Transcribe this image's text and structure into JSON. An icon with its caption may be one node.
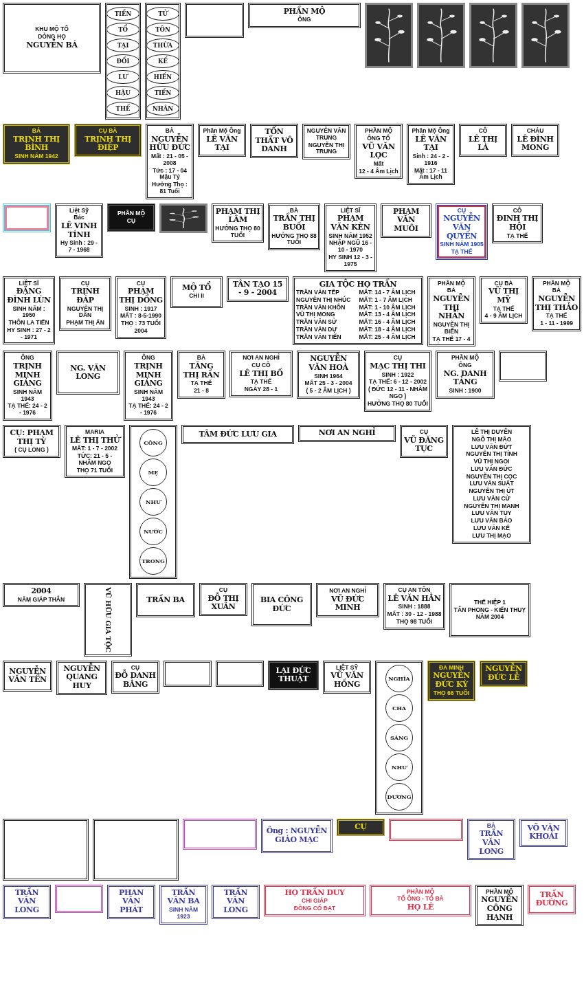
{
  "diagram": {
    "nodes": [
      {
        "text": [
          "KHU MỘ TỔ",
          "DÒNG HỌ",
          "NGUYỄN BÁ"
        ]
      },
      {
        "text": [
          "TIỀN",
          "TỔ",
          "TẠI",
          "ĐỒI",
          "LƯ",
          "HẬU",
          "THẾ"
        ]
      },
      {
        "text": [
          "TỬ",
          "TÔN",
          "THỪA",
          "KẾ",
          "HIỀN",
          "TIẾN",
          "NHÂN"
        ]
      },
      {
        "text": [],
        "shape": "box"
      },
      {
        "text": [
          "PHẦN MỘ",
          "ÔNG"
        ]
      },
      {
        "text": [],
        "shape": "picture"
      },
      {
        "text": [],
        "shape": "picture"
      },
      {
        "text": [],
        "shape": "picture"
      },
      {
        "text": [],
        "shape": "picture"
      },
      {
        "text": [
          "BÀ",
          "TRỊNH THỊ BÌNH",
          "SINH NĂM 1942"
        ]
      },
      {
        "text": [
          "CỤ BÀ",
          "TRỊNH THỊ ĐIỆP"
        ]
      },
      {
        "text": [
          "BÀ",
          "NGUYỄN HỮU ĐỨC",
          "Mất : 21 - 05 - 2008",
          "Tức : 17 - 04 Mậu Tý",
          "Hưởng Thọ : 81 Tuổi"
        ]
      },
      {
        "text": [
          "Phần Mộ Ông",
          "LÊ VĂN TẠI"
        ]
      },
      {
        "text": [
          "TỔN THẤT VÔ DANH"
        ]
      },
      {
        "text": [
          "NGUYỄN VĂN TRUNG",
          "NGUYỄN THỊ TRUNG"
        ]
      },
      {
        "text": [
          "PHẦN MỘ",
          "ÔNG TỔ",
          "VŨ VĂN LỌC",
          "Mất",
          "12 - 4 Âm Lịch"
        ]
      },
      {
        "text": [
          "Phần Mộ Ông",
          "LÊ VĂN TẠI",
          "Sinh : 24 - 2 - 1916",
          "Mất : 17 - 11 Âm Lịch"
        ]
      },
      {
        "text": [
          "CÔ",
          "LÊ THỊ LÀ"
        ]
      },
      {
        "text": [
          "CHÁU",
          "LÊ ĐÌNH MONG"
        ]
      },
      {
        "text": [],
        "shape": "box"
      },
      {
        "text": [
          "Liệt Sỹ",
          "Bác",
          "LÊ VINH TÍNH",
          "Hy Sinh : 29 - 7 - 1968"
        ]
      },
      {
        "text": [
          "PHẦN MỘ",
          "CỤ"
        ]
      },
      {
        "text": [],
        "shape": "picture"
      },
      {
        "text": [
          "PHẠM THỊ LÂM",
          "HƯỞNG THỌ 80 TUỔI"
        ]
      },
      {
        "text": [
          "BÀ",
          "TRẦN THỊ BUỐI",
          "HƯỞNG THỌ 88 TUỔI"
        ]
      },
      {
        "text": [
          "LIỆT SĨ",
          "PHẠM VĂN KÈN",
          "SINH NĂM 1952",
          "NHẬP NGŨ 16 - 10 - 1970",
          "HY SINH 12 - 3 - 1975"
        ]
      },
      {
        "text": [
          "PHẠM VĂN MUÔI"
        ]
      },
      {
        "text": [
          "CỤ",
          "NGUYỄN VĂN QUYẾN",
          "SINH NĂM 1905",
          "TẠ THẾ"
        ]
      },
      {
        "text": [
          "CÔ",
          "ĐINH THỊ HỘI",
          "TẠ THẾ"
        ]
      },
      {
        "text": [
          "LIỆT SĨ",
          "ĐẶNG ĐÌNH LÙN",
          "SINH NĂM : 1950",
          "THÔN LA TIẾN",
          "HY SINH : 27 - 2 - 1971"
        ]
      },
      {
        "text": [
          "CỤ",
          "TRỊNH ĐÁP",
          "NGUYỄN THỊ DẦN",
          "PHẠM THỊ ẤN"
        ]
      },
      {
        "text": [
          "CỤ",
          "PHẠM THỊ DỒNG",
          "SINH : 1917",
          "MẤT : 8-5-1990",
          "THỌ : 73 TUỔI",
          "2004"
        ]
      },
      {
        "text": [
          "MỘ TỔ",
          "CHI II"
        ]
      },
      {
        "text": [
          "TÂN TẠO 15 - 9 - 2004"
        ]
      },
      {
        "text": [
          "GIA TỘC HỌ TRẦN",
          "TRẦN VĂN TẾP",
          "MẤT: 14 - 7 ÂM LỊCH",
          "NGUYỄN THỊ NHÚC",
          "MẤT: 1 - 7 ÂM LỊCH",
          "TRẦN VĂN KHÔN",
          "MẤT: 1 - 10 ÂM LỊCH",
          "VŨ THỊ MONG",
          "MẤT: 13 - 4 ÂM LỊCH",
          "TRẦN VĂN SỬ",
          "MẤT: 16 - 4 ÂM LỊCH",
          "TRẦN VĂN DỰ",
          "MẤT: 18 - 4 ÂM LỊCH",
          "TRẦN VĂN TIẾN",
          "MẤT: 25 - 4 ÂM LỊCH"
        ]
      },
      {
        "text": [
          "PHẦN MỘ",
          "BÀ",
          "NGUYỄN THỊ NHẪN",
          "NGUYỄN THỊ BIỂN",
          "TẠ THẾ 17 - 4"
        ]
      },
      {
        "text": [
          "CỤ BÀ",
          "VŨ THỊ MỸ",
          "TẠ THẾ",
          "4 - 9 ÂM LỊCH"
        ]
      },
      {
        "text": [
          "PHẦN MỘ",
          "BÀ",
          "NGUYỄN THỊ THẢO",
          "TẠ THẾ",
          "1 - 11 - 1999"
        ]
      },
      {
        "text": [
          "ÔNG",
          "TRỊNH MINH GIẢNG",
          "SINH NĂM 1943",
          "TẠ THẾ: 24 - 2 - 1976"
        ]
      },
      {
        "text": [
          "NG. VĂN LONG"
        ]
      },
      {
        "text": [
          "ÔNG",
          "TRỊNH MINH GIẢNG",
          "SINH NĂM 1943",
          "TẠ THẾ: 24 - 2 - 1976"
        ]
      },
      {
        "text": [
          "BÀ",
          "TĂNG THỊ RẦN",
          "TẠ THẾ",
          "21 - 8"
        ]
      },
      {
        "text": [
          "NƠI AN NGHỈ",
          "CỤ CÔ",
          "LÊ THỊ BỐ",
          "TẠ THẾ",
          "NGÀY 28 - 1"
        ]
      },
      {
        "text": [
          "NGUYỄN VĂN HOÀ",
          "SINH 1964",
          "MẤT 25 - 3 - 2004",
          "( 5 - 2 ÂM LỊCH )"
        ]
      },
      {
        "text": [
          "CỤ",
          "MẠC THỊ THI",
          "SINH : 1922",
          "TẠ THẾ: 6 - 12 - 2002",
          "( ĐỨC 12 - 11 - NHÂM NGỌ )",
          "HƯỞNG THỌ 80 TUỔI"
        ]
      },
      {
        "text": [
          "PHẦN MỘ",
          "ÔNG",
          "NG. DANH TẢNG",
          "SINH : 1900"
        ]
      },
      {
        "text": [],
        "shape": "box"
      },
      {
        "text": [
          "CỤ: PHẠM THỊ TÝ",
          "( CỤ LONG )"
        ]
      },
      {
        "text": [
          "MARIA",
          "LÊ THỊ THỬ",
          "MẤT: 1 - 7 - 2002",
          "TỨC: 21 - 5 - NHÂM NGỌ",
          "THỌ 71 TUỔI"
        ]
      },
      {
        "text": [
          "CÔNG",
          "MẸ",
          "NHƯ",
          "NƯỚC",
          "TRONG"
        ]
      },
      {
        "text": [
          "TÂM ĐỨC LƯU GIA"
        ]
      },
      {
        "text": [
          "NƠI AN NGHỈ"
        ]
      },
      {
        "text": [
          "CỤ",
          "VŨ ĐĂNG TỤC"
        ]
      },
      {
        "text": [
          "LÊ THỊ DUYÊN",
          "NGÔ THỊ MÃO",
          "LƯU VĂN ĐỨT",
          "NGUYỄN THỊ TÍNH",
          "VŨ THỊ NGOI",
          "LƯU VĂN ĐỨC",
          "NGUYỄN THỊ CỌC",
          "LƯU VĂN SUẤT",
          "NGUYỄN THỊ ÚT",
          "LƯU VĂN CỪ",
          "NGUYỄN THỊ MANH",
          "LƯU VĂN TUY",
          "LƯU VĂN BẢO",
          "LƯU VĂN KẾ",
          "LƯU THỊ MẠO"
        ]
      },
      {
        "text": [
          "2004",
          "NĂM GIÁP THÂN"
        ]
      },
      {
        "text": [
          "VŨ HỮU GIA TỘC"
        ]
      },
      {
        "text": [
          "TRẦN BA"
        ]
      },
      {
        "text": [
          "CỤ",
          "ĐỖ THỊ XUÂN"
        ]
      },
      {
        "text": [
          "BIA CÔNG ĐỨC"
        ]
      },
      {
        "text": [
          "NƠI AN NGHỈ",
          "VŨ ĐỨC MINH"
        ]
      },
      {
        "text": [
          "CỤ AN TÔN",
          "LÊ VĂN HẰN",
          "SINH : 1888",
          "MẤT : 30 - 12 - 1988",
          "THỌ 98 TUỔI"
        ]
      },
      {
        "text": [
          "THẾ HIỆP 1",
          "TÂN PHONG - KIẾN THUỴ",
          "NĂM 2004"
        ]
      },
      {
        "text": [
          "NGUYỄN VĂN TẾN"
        ]
      },
      {
        "text": [
          "NGUYỄN QUANG HUY"
        ]
      },
      {
        "text": [
          "CỤ",
          "ĐỖ DANH BẰNG"
        ]
      },
      {
        "text": [],
        "shape": "box"
      },
      {
        "text": [],
        "shape": "box"
      },
      {
        "text": [
          "LẠI ĐỨC THUẬT"
        ]
      },
      {
        "text": [
          "LIỆT SỸ",
          "VŨ VĂN HỒNG"
        ]
      },
      {
        "text": [
          "NGHĨA",
          "CHA",
          "SÁNG",
          "NHƯ",
          "DƯƠNG"
        ]
      },
      {
        "text": [
          "ĐA MINH",
          "NGUYỄN ĐỨC KỲ",
          "THỌ 66 TUỔI"
        ]
      },
      {
        "text": [
          "NGUYỄN ĐỨC LỄ"
        ]
      },
      {
        "text": [],
        "shape": "box"
      },
      {
        "text": [],
        "shape": "box"
      },
      {
        "text": [],
        "shape": "box"
      },
      {
        "text": [
          "Ông : NGUYỄN GIÁO MẠC"
        ]
      },
      {
        "text": [
          "CỤ"
        ]
      },
      {
        "text": [],
        "shape": "box"
      },
      {
        "text": [
          "BÀ",
          "TRẦN VĂN LONG"
        ]
      },
      {
        "text": [
          "VÕ VĂN KHOẢI"
        ]
      },
      {
        "text": [
          "TRẦN VĂN LONG"
        ]
      },
      {
        "text": [],
        "shape": "box"
      },
      {
        "text": [
          "PHAN VĂN PHÁT"
        ]
      },
      {
        "text": [
          "TRẦN VĂN BA",
          "SINH NĂM 1923"
        ]
      },
      {
        "text": [
          "TRẦN VĂN LONG"
        ]
      },
      {
        "text": [
          "HỌ TRẦN DUY",
          "CHI GIÁP",
          "ĐỒNG CỐ ĐẠT"
        ]
      },
      {
        "text": [
          "PHẦN MỘ",
          "TỔ ÔNG - TỔ BÀ",
          "HỌ LÊ"
        ]
      },
      {
        "text": [
          "PHẦN MỘ",
          "NGUYỄN CÔNG HẠNH"
        ]
      },
      {
        "text": [
          "TRẦN ĐƯỜNG"
        ]
      }
    ]
  }
}
